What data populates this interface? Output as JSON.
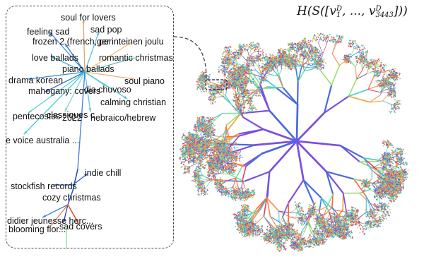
{
  "formula": {
    "text": "H(S([v_1^D, ..., v_3443^D]))",
    "left": "H(S([v",
    "sub1": "1",
    "sup": "D",
    "middle": ", ..., v",
    "sub2": "3443",
    "right": "]))"
  },
  "zoom_labels": [
    {
      "id": "soul-for-lovers",
      "text": "soul for lovers"
    },
    {
      "id": "sad-pop",
      "text": "sad pop"
    },
    {
      "id": "feeling-sad",
      "text": "feeling sad"
    },
    {
      "id": "frozen-2",
      "text": "frozen 2 (french,ger"
    },
    {
      "id": "perinteinen-joulu",
      "text": "perinteinen joulu"
    },
    {
      "id": "love-ballads",
      "text": "love ballads"
    },
    {
      "id": "romantic-christmas",
      "text": "romantic christmas"
    },
    {
      "id": "piano-ballads",
      "text": "piano ballads"
    },
    {
      "id": "drama-korean",
      "text": "drama korean"
    },
    {
      "id": "soul-piano",
      "text": "soul piano"
    },
    {
      "id": "dia-chuvoso",
      "text": "dia chuvoso"
    },
    {
      "id": "mahogany-covers",
      "text": "mahogany: covers"
    },
    {
      "id": "calming-christian",
      "text": "calming christian"
    },
    {
      "id": "pentecostes",
      "text": "pentecostes"
    },
    {
      "id": "classiques",
      "text": "classiques c"
    },
    {
      "id": "2022",
      "text": "2022"
    },
    {
      "id": "hebraico",
      "text": "hebraico/hebrew"
    },
    {
      "id": "voice-australia",
      "text": "e voice australia ..."
    },
    {
      "id": "indie-chill",
      "text": "indie chill"
    },
    {
      "id": "stockfish-records",
      "text": "stockfish records"
    },
    {
      "id": "cozy-christmas",
      "text": "cozy christmas"
    },
    {
      "id": "didier-jeunesse",
      "text": "didier jeunesse herc..."
    },
    {
      "id": "blooming-flor",
      "text": "blooming flor..."
    },
    {
      "id": "sad-covers",
      "text": "sad covers"
    }
  ]
}
